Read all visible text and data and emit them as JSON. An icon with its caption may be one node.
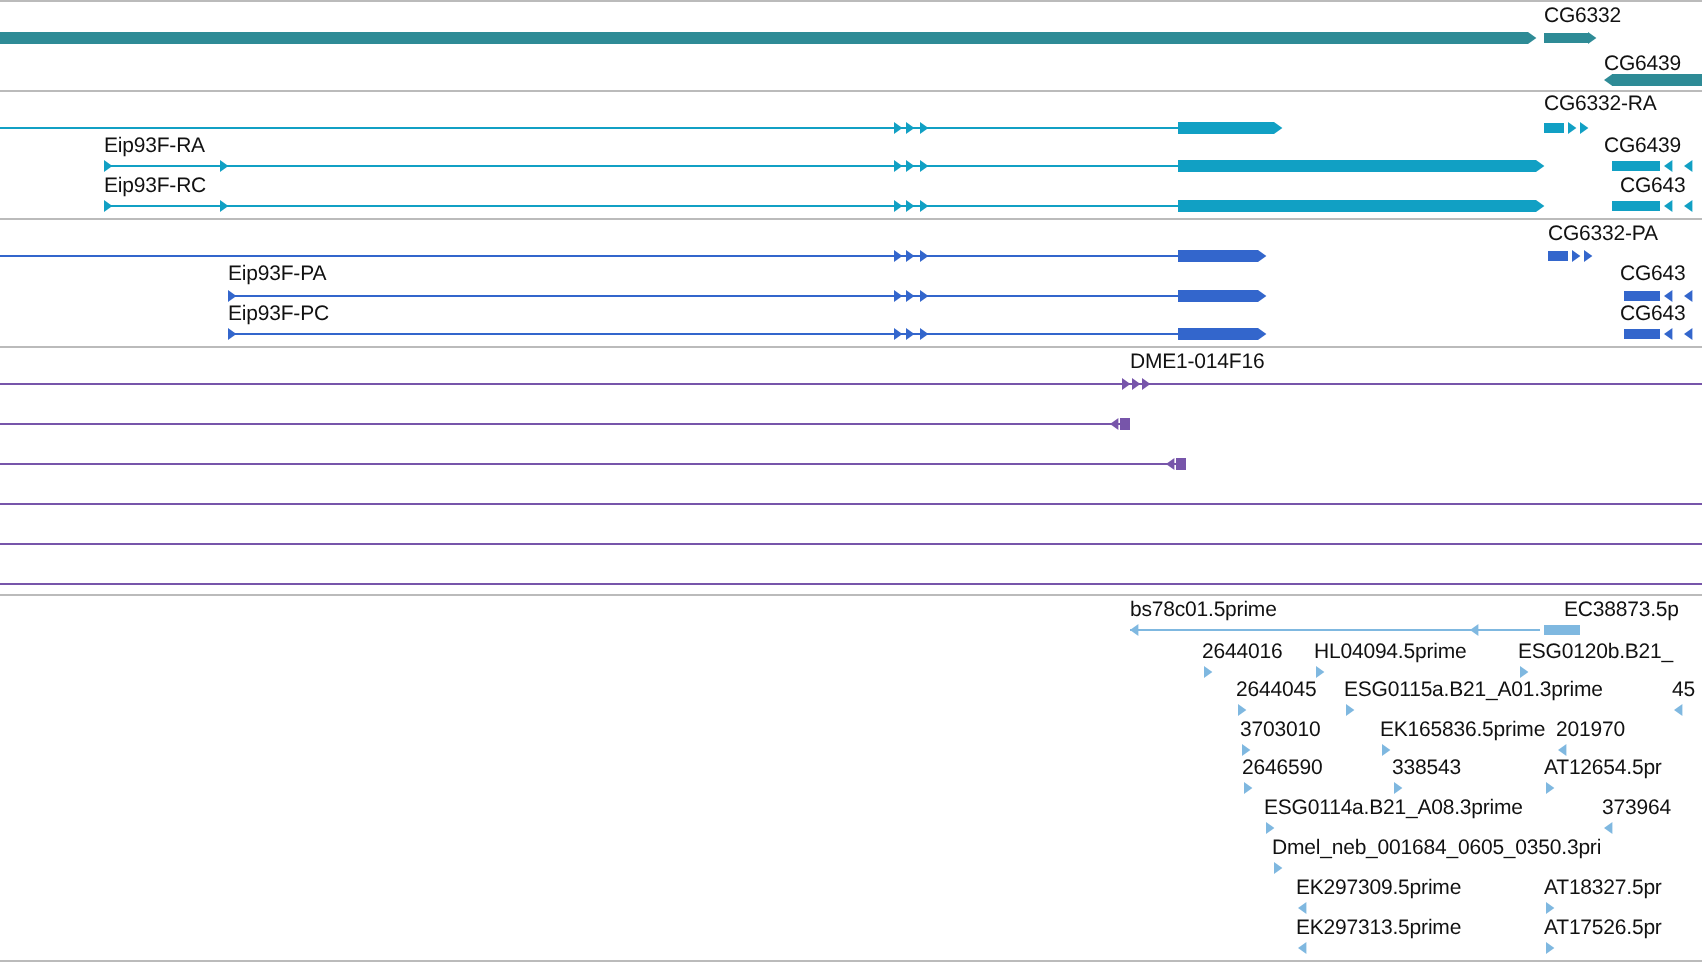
{
  "diagram": {
    "labels": [
      "CG6332",
      "CG6439",
      "CG6332-RA",
      "Eip93F-RA",
      "CG6439",
      "Eip93F-RC",
      "CG643",
      "CG6332-PA",
      "Eip93F-PA",
      "CG643",
      "Eip93F-PC",
      "CG643",
      "DME1-014F16",
      "bs78c01.5prime",
      "EC38873.5p",
      "2644016",
      "HL04094.5prime",
      "ESG0120b.B21_",
      "2644045",
      "ESG0115a.B21_A01.3prime",
      "45",
      "3703010",
      "EK165836.5prime",
      "201970",
      "2646590",
      "338543",
      "AT12654.5pr",
      "ESG0114a.B21_A08.3prime",
      "373964",
      "Dmel_neb_001684_0605_0350.3pri",
      "EK297309.5prime",
      "AT18327.5pr",
      "EK297313.5prime",
      "AT17526.5pr"
    ]
  }
}
